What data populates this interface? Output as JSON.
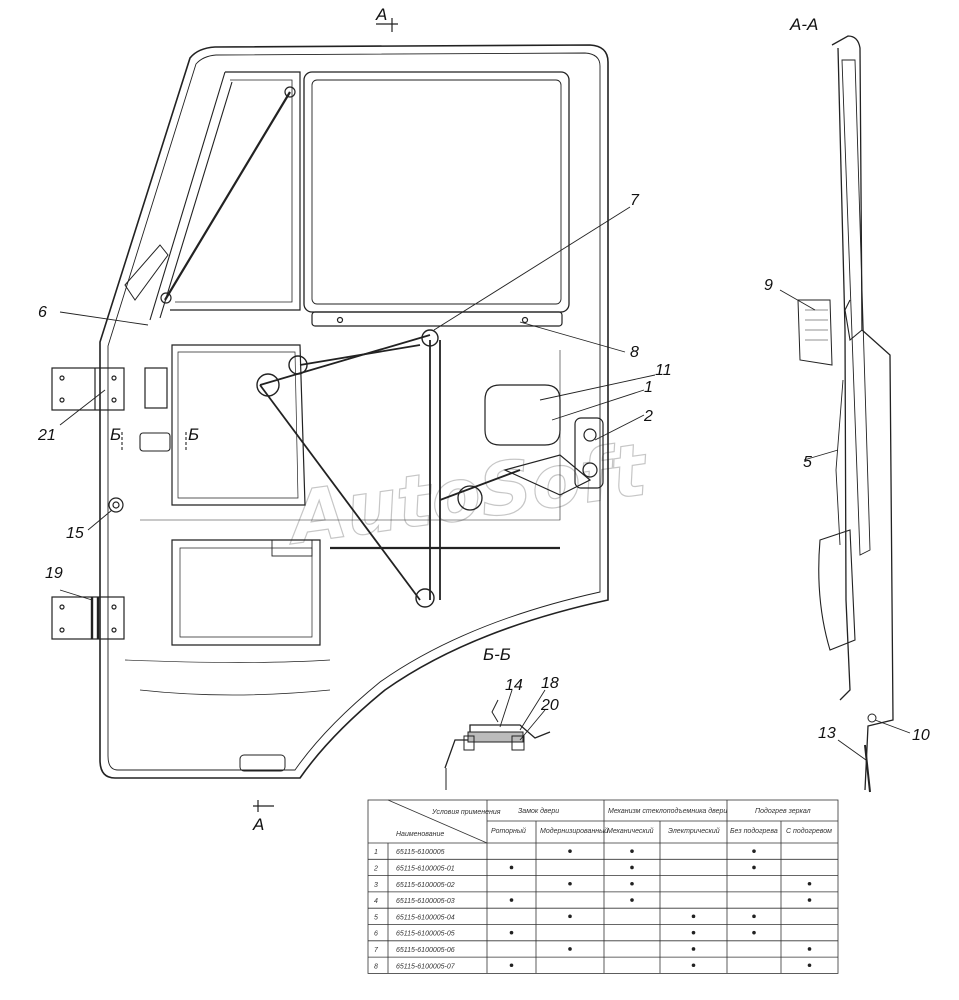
{
  "watermark": "AutoSoft",
  "section_marks": {
    "a_top": "A",
    "a_bottom": "A",
    "aa_title": "A-A",
    "bb_title": "Б-Б",
    "b_left": "Б",
    "b_right": "Б"
  },
  "callouts": [
    {
      "num": "1"
    },
    {
      "num": "2"
    },
    {
      "num": "5"
    },
    {
      "num": "6"
    },
    {
      "num": "7"
    },
    {
      "num": "8"
    },
    {
      "num": "9"
    },
    {
      "num": "10"
    },
    {
      "num": "11"
    },
    {
      "num": "13"
    },
    {
      "num": "14"
    },
    {
      "num": "15"
    },
    {
      "num": "18"
    },
    {
      "num": "19"
    },
    {
      "num": "20"
    },
    {
      "num": "21"
    }
  ],
  "table": {
    "corner_top": "Условия применения",
    "corner_bottom": "Наименование",
    "groups": [
      "Замок двери",
      "Механизм стеклоподъемника двери",
      "Подогрев зеркал"
    ],
    "subcols": [
      "Роторный",
      "Модернизированный",
      "Механический",
      "Электрический",
      "Без подогрева",
      "С подогревом"
    ],
    "rows": [
      {
        "idx": "1",
        "name": "65115-6100005",
        "marks": [
          0,
          1,
          1,
          0,
          1,
          0
        ]
      },
      {
        "idx": "2",
        "name": "65115-6100005-01",
        "marks": [
          1,
          0,
          1,
          0,
          1,
          0
        ]
      },
      {
        "idx": "3",
        "name": "65115-6100005-02",
        "marks": [
          0,
          1,
          1,
          0,
          0,
          1
        ]
      },
      {
        "idx": "4",
        "name": "65115-6100005-03",
        "marks": [
          1,
          0,
          1,
          0,
          0,
          1
        ]
      },
      {
        "idx": "5",
        "name": "65115-6100005-04",
        "marks": [
          0,
          1,
          0,
          1,
          1,
          0
        ]
      },
      {
        "idx": "6",
        "name": "65115-6100005-05",
        "marks": [
          1,
          0,
          0,
          1,
          1,
          0
        ]
      },
      {
        "idx": "7",
        "name": "65115-6100005-06",
        "marks": [
          0,
          1,
          0,
          1,
          0,
          1
        ]
      },
      {
        "idx": "8",
        "name": "65115-6100005-07",
        "marks": [
          1,
          0,
          0,
          1,
          0,
          1
        ]
      }
    ]
  }
}
